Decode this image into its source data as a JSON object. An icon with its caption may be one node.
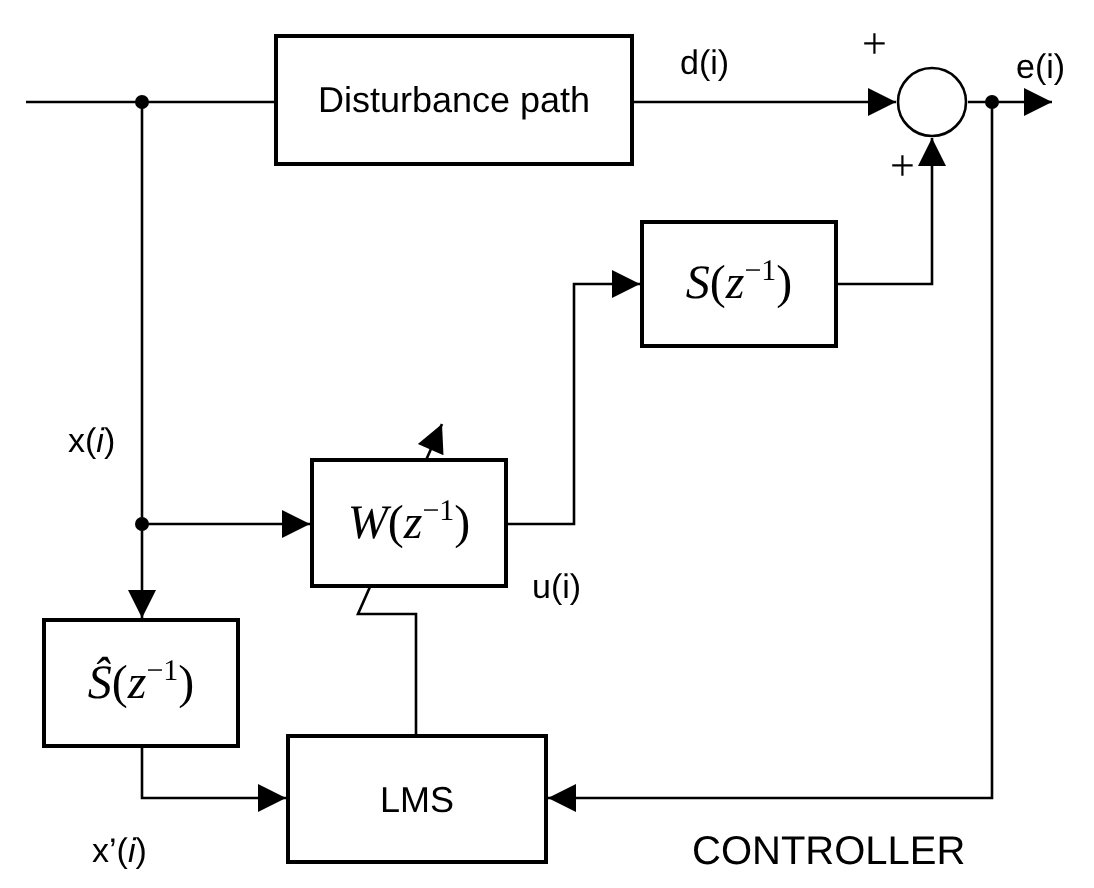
{
  "diagram": {
    "nodes": [
      {
        "text": [
          "Disturbance path"
        ]
      },
      {
        "text": [],
        "shape": "circle"
      },
      {
        "text": [
          "*S*(*z*$^{−1}$)"
        ]
      },
      {
        "text": [
          "*W*(*z*$^{−1}$)"
        ]
      },
      {
        "text": [
          "*Ŝ*(*z*$^{−1}$)"
        ]
      },
      {
        "text": [
          "LMS"
        ]
      }
    ],
    "edges": [
      {
        "from": null,
        "to": 0,
        "arrow": "none"
      },
      {
        "from": 0,
        "to": 1,
        "arrow": "to",
        "label": "d(i)"
      },
      {
        "from": 1,
        "to": null,
        "arrow": "to",
        "label": "e(i)"
      },
      {
        "from": null,
        "to": 3,
        "arrow": "to"
      },
      {
        "from": null,
        "to": 4,
        "arrow": "to"
      },
      {
        "from": 2,
        "to": 1,
        "arrow": "to"
      },
      {
        "from": 3,
        "to": 2,
        "arrow": "to",
        "label": "u(i)"
      },
      {
        "from": 4,
        "to": 5,
        "arrow": "to",
        "label": "x’(*i*)"
      },
      {
        "from": 1,
        "to": 5,
        "arrow": "to"
      },
      {
        "from": 5,
        "to": 3,
        "arrow": "to"
      }
    ],
    "labels": [
      "+",
      "+",
      "x(*i*)",
      "CONTROLLER"
    ]
  }
}
